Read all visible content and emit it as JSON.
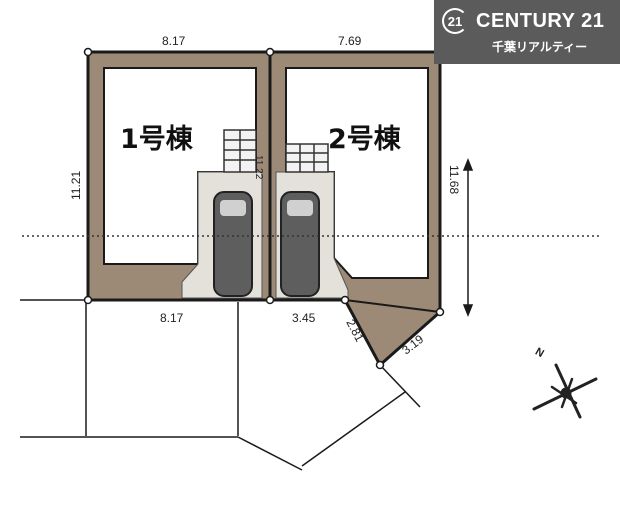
{
  "brand": {
    "badge": "21",
    "name": "CENTURY 21",
    "subtitle": "千葉リアルティー",
    "background": "#5b5b5b"
  },
  "lots": [
    {
      "label": "1号棟"
    },
    {
      "label": "2号棟"
    }
  ],
  "dimensions": {
    "top_lot1": "8.17",
    "top_lot2": "7.69",
    "left_side": "11.21",
    "middle_boundary": "11.22",
    "right_side": "11.68",
    "bottom_lot1": "8.17",
    "bottom_lot2": "3.45",
    "corner_a": "2.81",
    "corner_b": "3.19"
  },
  "compass": {
    "north_label": "N"
  },
  "colors": {
    "setback_fill": "#9c8a76",
    "boundary_line": "#1a1a1a",
    "parking_fill": "#e4e0da",
    "car_fill": "#5e5e5e"
  }
}
